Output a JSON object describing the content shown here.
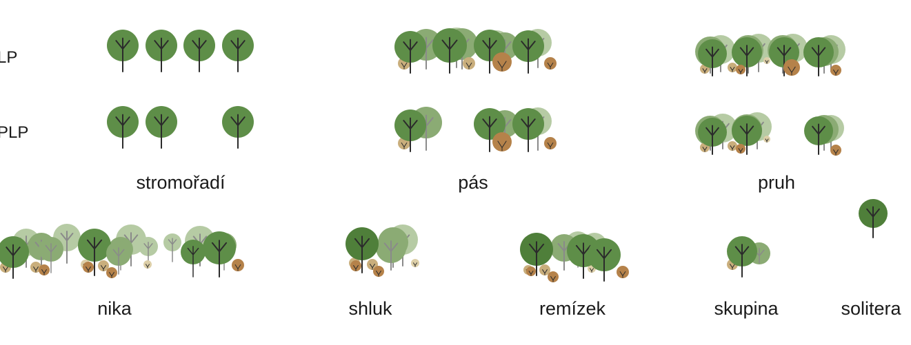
{
  "row_labels": {
    "top": "LP",
    "bottom": "PLP"
  },
  "formations": [
    {
      "id": "stromoradi",
      "label": "stromořadí"
    },
    {
      "id": "pas",
      "label": "pás"
    },
    {
      "id": "pruh",
      "label": "pruh"
    },
    {
      "id": "nika",
      "label": "nika"
    },
    {
      "id": "shluk",
      "label": "shluk"
    },
    {
      "id": "remizek",
      "label": "remízek"
    },
    {
      "id": "skupina",
      "label": "skupina"
    },
    {
      "id": "solitera",
      "label": "solitera"
    }
  ],
  "palette": {
    "crown_dark": "#4f7f3a",
    "crown_mid": "#5e8e48",
    "crown_light": "#8bab74",
    "crown_pale": "#b6cba4",
    "shrub_brown": "#b5824a",
    "shrub_tan": "#c9ae7c",
    "shrub_pale": "#ddcfa8",
    "stem": "#2b2b2b",
    "stem_light": "#8a8a8a",
    "text": "#1a1a1a"
  }
}
